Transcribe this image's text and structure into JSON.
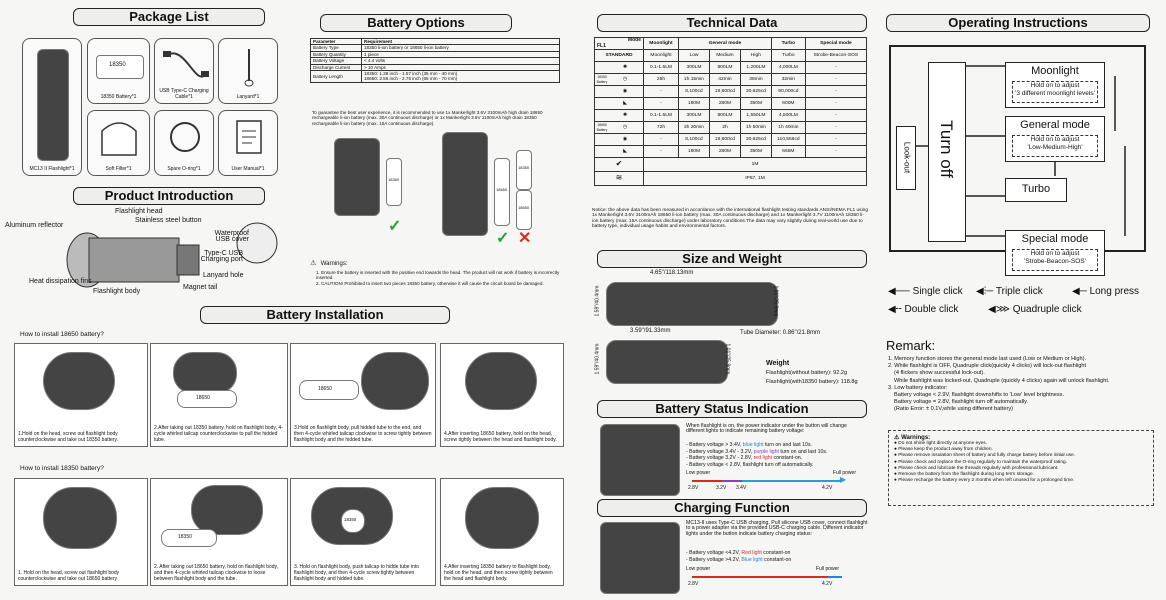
{
  "package_list": {
    "title": "Package List",
    "items": [
      {
        "label": "MC13 II Flashlight*1"
      },
      {
        "label": "18350 Battery*1",
        "badge": "18350"
      },
      {
        "label": "USB Type-C Charging Cable*1"
      },
      {
        "label": "Lanyard*1"
      },
      {
        "label": "Soft Filter*1"
      },
      {
        "label": "Spare O-ring*1"
      },
      {
        "label": "User Manual*1"
      }
    ]
  },
  "product_intro": {
    "title": "Product Introduction",
    "labels": [
      "Aluminum reflector",
      "Flashlight head",
      "Stainless steel button",
      "Waterproof USB cover",
      "Type-C USB Charging port",
      "Lanyard hole",
      "Heat dissipation fins",
      "Flashlight body",
      "Magnet tail"
    ]
  },
  "battery_options": {
    "title": "Battery Options",
    "headers": [
      "Parameter",
      "Requirement"
    ],
    "rows": [
      [
        "Battery Type",
        "18350 li-ion battery or 18650 li-ion battery"
      ],
      [
        "Battery Quantity",
        "1 piece"
      ],
      [
        "Battery Voltage",
        "< 4.4 volts"
      ],
      [
        "Discharge Current",
        "> 10 Amps"
      ],
      [
        "Battery Length",
        "18350: 1.38 inch - 1.57 inch (35 mm - 40 mm)\n18650: 2.56 inch - 2.76 inch (65 mm - 70 mm)"
      ]
    ],
    "tip": "To guarantee the best user experience, it is recommended to use 1x Mankerlight 3.6V 3100mAh high drain 18650 rechargeable li-ion battery (max. 30A continuous discharge) or 1x Mankerlight 3.6V 1100mAh high drain 18350 rechargeable li-ion battery (max. 15A continuous discharge).",
    "cell_labels": [
      "18350",
      "18650",
      "18350",
      "18650"
    ],
    "warnings_title": "Warnings:",
    "warnings": [
      "1. Ensure the battery is inserted with the positive end towards the head. The product will not work if battery is incorrectly inserted.",
      "2. CAUTION! Prohibited to insert two pieces 18350 battery, otherwise it will cause the circuit board be damaged."
    ],
    "check_symbols": [
      "✓",
      "✓",
      "✕"
    ]
  },
  "battery_installation": {
    "title": "Battery Installation",
    "section1_title": "How to install 18650 battery?",
    "section1_steps": [
      "1.Hold on the head, screw out flashlight body counterclockwise and take out 18350 battery.",
      "2.After taking out 18350 battery, hold on flashlight body, 4-cycle whirled tailcap counterclockwise to pull the hidded tube.",
      "3.Hold on flashlight body, pull hidded tube to the end, and then 4-cycle whirled tailcap clockwise to screw tightly between flashlight body and the hidded tube.",
      "4.After inserting 18650 battery, hold on the head, screw tightly between the head and flashlight body."
    ],
    "section2_title": "How to install 18350 battery?",
    "section2_steps": [
      "1. Hold on the head, screw out flashlight body counterclockwise and take out 18650 battery",
      "2. After taking out 18650 battery, hold on flashlight body, and then 4-cycle whirled tailcap clockwise to loose between flashlight body and the tube.",
      "3. Hold on flashlight body, push tailcap to hidde tube into flashlight body, and then 4-cycle screw tightly between flashlight body and hidded tube.",
      "4.After inserting 18350 battery to flashlight body, hold on the head, and then screw tightly between the head and flashlight body."
    ],
    "battery_labels": [
      "18650",
      "18650",
      "18350",
      "18350"
    ]
  },
  "technical_data": {
    "title": "Technical Data",
    "corner": [
      "Mode",
      "FL1",
      "STANDARD"
    ],
    "mode_headers": [
      "Moonlight",
      "General mode",
      "Turbo",
      "Special mode"
    ],
    "sub_headers": [
      "Moonlight",
      "Low",
      "Medium",
      "High",
      "Turbo",
      "Strobe-Beacon-SOS"
    ],
    "groups": [
      {
        "battery": "18350 Battery",
        "rows": [
          {
            "icon": "output-icon",
            "cells": [
              "0.1-1.5LM",
              "300LM",
              "800LM",
              "1,200LM",
              "4,000LM",
              "-"
            ]
          },
          {
            "icon": "runtime-icon",
            "cells": [
              "25h",
              "1h 15min",
              "42min",
              "38min",
              "32min",
              "-"
            ]
          },
          {
            "icon": "intensity-icon",
            "cells": [
              "-",
              "8,100cd",
              "19,600cd",
              "30,625cd",
              "90,000cd",
              "-"
            ]
          },
          {
            "icon": "distance-icon",
            "cells": [
              "-",
              "180M",
              "280M",
              "350M",
              "600M",
              "-"
            ]
          }
        ]
      },
      {
        "battery": "18650 Battery",
        "rows": [
          {
            "icon": "output-icon",
            "cells": [
              "0.1-1.5LM",
              "300LM",
              "800LM",
              "1,550LM",
              "4,500LM",
              "-"
            ]
          },
          {
            "icon": "runtime-icon",
            "cells": [
              "72h",
              "3h 20min",
              "2h",
              "1h 50min",
              "1h 40min",
              "-"
            ]
          },
          {
            "icon": "intensity-icon",
            "cells": [
              "-",
              "8,100cd",
              "19,600cd",
              "30,625cd",
              "110,556cd",
              "-"
            ]
          },
          {
            "icon": "distance-icon",
            "cells": [
              "-",
              "180M",
              "280M",
              "350M",
              "665M",
              "-"
            ]
          }
        ]
      }
    ],
    "impact": "1M",
    "waterproof": "IP67, 1M",
    "notice": "Notice: the above data has been measured in accordance with the international flashlight testing standards ANSI/NEMA FL1 using 1x Mankerlight 3.6V 3100mAh 18650 li-ion battery (max. 30A continuous discharge) and 1x Mankerlight 3.7V 1100mAh 18350 li-ion battery (max. 15A continuous discharge) under laboratory conditions.The data may vary slightly during real-world use due to battery type, individual usage habits and environmental factors."
  },
  "size_weight": {
    "title": "Size and Weight",
    "length_long": "4.65\"/118.13mm",
    "length_short": "3.59\"/91.33mm",
    "head_dia": "1.59\"/40.4mm",
    "tail_dia": "1.01\"/25.8mm",
    "tube_dia": "Tube Diameter: 0.86\"/21.8mm",
    "head_dia2": "1.59\"/40.4mm",
    "tail_dia2": "1.01\"/25.8mm",
    "weight_title": "Weight",
    "weight_lines": [
      "Flashlight(without battery): 92.2g",
      "Flashlight(with18350 battery): 118.8g"
    ]
  },
  "battery_status": {
    "title": "Battery Status Indication",
    "intro": "When flashlight is on, the power indicator under the button will change different lights to indicate remaining battery voltage:",
    "lines": [
      {
        "pre": "- Battery voltage > 3.4V, ",
        "color_word": "blue light",
        "color": "#2a7fd6",
        "post": " turn on and last 10s."
      },
      {
        "pre": "- Battery voltage 3.4V - 3.2V, ",
        "color_word": "purple light",
        "color": "#8a3fc0",
        "post": " turn on and last 10s."
      },
      {
        "pre": "- Battery voltage 3.2V - 2.8V, ",
        "color_word": "red light",
        "color": "#d62a2a",
        "post": " constant-on."
      },
      {
        "pre": "- Battery voltage < 2.8V, flashlight turn off automatically.",
        "color_word": "",
        "color": "#111",
        "post": ""
      }
    ],
    "low_power": "Low power",
    "full_power": "Full power",
    "ticks": [
      "2.8V",
      "3.2V",
      "3.4V",
      "4.2V"
    ]
  },
  "charging": {
    "title": "Charging Function",
    "intro": "MC13-II uses Type-C USB charging. Pull silicone USB cover, connect flashlight to a power adapter via the provided USB-C charging cable. Different indicator lights under the button indicate battery charging status:",
    "lines": [
      {
        "pre": "- Battery voltage <4.2V, ",
        "color_word": "Red light",
        "color": "#d62a2a",
        "post": " constant-on"
      },
      {
        "pre": "- Battery voltage >4.2V, ",
        "color_word": "Blue light",
        "color": "#2a7fd6",
        "post": " constant-on"
      }
    ],
    "low_power": "Low power",
    "full_power": "Full power",
    "ticks": [
      "2.8V",
      "4.2V"
    ]
  },
  "operating": {
    "title": "Operating Instructions",
    "turn_off": "Turn off",
    "lock_out": "Look-out",
    "moonlight": {
      "title": "Moonlight",
      "hint1": "Hold on to adjust",
      "hint2": "'3 different moonlight levels'"
    },
    "general": {
      "title": "General mode",
      "hint1": "Hold on to adjust",
      "hint2": "'Low-Medium-High'"
    },
    "turbo": {
      "title": "Turbo"
    },
    "special": {
      "title": "Special mode",
      "hint1": "Hold on to adjust",
      "hint2": "'Strobe-Beacon-SOS'"
    },
    "legend": [
      "Single click",
      "Triple click",
      "Long press",
      "Double click",
      "Quadruple click"
    ]
  },
  "remark": {
    "title": "Remark:",
    "items": [
      "1. Memory function stores the general mode last used (Low or Medium or High).",
      "2. While flashlight is OFF, Quadruple click(quickly 4 clicks) will lock-out flashlight",
      "(4 flickers show successful lock-out).",
      "While flashlight was locked-out, Quadruple (quickly 4 clicks) again will unlock flashlight.",
      "3. Low battery indicator:",
      "Battery voltage < 2.9V, flashlight downshifts to 'Low' level brightness.",
      "Battery voltage = 2.8V, flashlight turn off automatically.",
      "(Ratio Error: ± 0.1V,while using different battery)"
    ],
    "warnings_title": "Warnings:",
    "warnings": [
      "Do not shine light directly at anyone eyes.",
      "Please keep the product away from children.",
      "Please remove insulation sheet of battery and fully charge battery before initial use.",
      "Please check and replace the O-ring regularly to maintain the waterproof rating.",
      "Please check and lubricate the threads regularly with professional lubricant.",
      "Remove the battery from the flashlight during long term storage.",
      "Please recharge the battery every 2 months when left unused for a prolonged time."
    ]
  }
}
